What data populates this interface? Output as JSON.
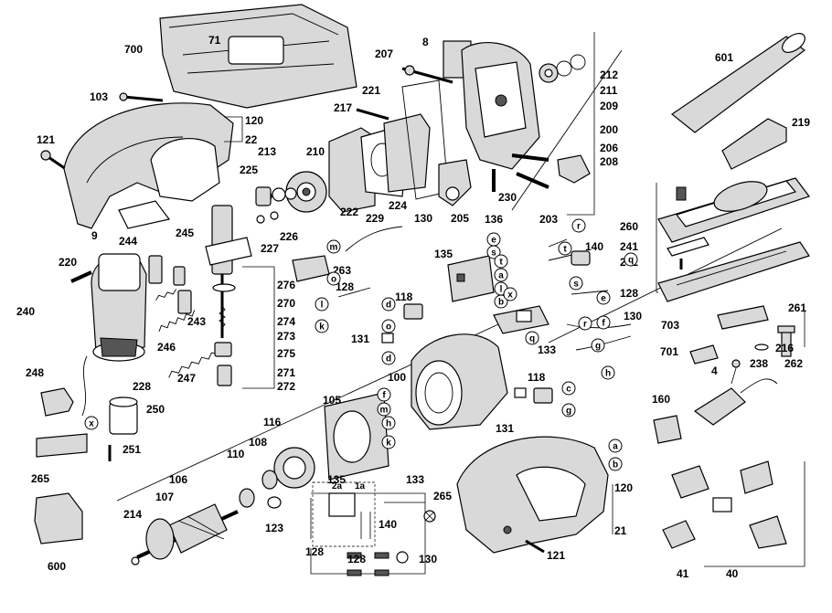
{
  "callouts": {
    "n700": "700",
    "n71": "71",
    "n8": "8",
    "n207": "207",
    "n212": "212",
    "n211": "211",
    "n209": "209",
    "n103": "103",
    "n120a": "120",
    "n22": "22",
    "n221": "221",
    "n217": "217",
    "n200": "200",
    "n206": "206",
    "n208": "208",
    "n601": "601",
    "n219": "219",
    "n121a": "121",
    "n213": "213",
    "n210": "210",
    "n225": "225",
    "n9": "9",
    "n130a": "130",
    "n205": "205",
    "n230": "230",
    "n203": "203",
    "n224": "224",
    "n229": "229",
    "n222": "222",
    "n226": "226",
    "n227": "227",
    "n245": "245",
    "n244": "244",
    "n136": "136",
    "n140a": "140",
    "n260": "260",
    "n241": "241",
    "n242": "242",
    "n220": "220",
    "n263": "263",
    "n135a": "135",
    "n128a": "128",
    "n276": "276",
    "n270": "270",
    "n118a": "118",
    "n128b": "128",
    "n240": "240",
    "n243": "243",
    "n274": "274",
    "n273": "273",
    "n246": "246",
    "n131a": "131",
    "n133a": "133",
    "n703": "703",
    "n261": "261",
    "n216": "216",
    "n275": "275",
    "n130b": "130",
    "n247": "247",
    "n271": "271",
    "n262": "262",
    "n701": "701",
    "n238": "238",
    "n248": "248",
    "n228": "228",
    "n272": "272",
    "n100": "100",
    "n118b": "118",
    "n4": "4",
    "n160": "160",
    "n250": "250",
    "n105": "105",
    "n116": "116",
    "n131b": "131",
    "n251": "251",
    "n108": "108",
    "n265a": "265",
    "n110": "110",
    "n135b": "135",
    "n133b": "133",
    "n106": "106",
    "n107": "107",
    "n123": "123",
    "n214": "214",
    "n265b": "265",
    "n140b": "140",
    "n120b": "120",
    "n21": "21",
    "n600": "600",
    "n128c": "128",
    "n128d": "128",
    "n130c": "130",
    "n121b": "121",
    "n41": "41",
    "n40": "40"
  },
  "wire_markers": [
    "m",
    "o",
    "l",
    "k",
    "d",
    "e",
    "s",
    "t",
    "a",
    "b",
    "r",
    "q",
    "f",
    "g",
    "h",
    "c",
    "x"
  ],
  "schematic_text": {
    "sw_a": "2a",
    "sw_b": "1a"
  },
  "colors": {
    "line": "#000000",
    "fill_grey": "#d9d9d9",
    "background": "#ffffff"
  }
}
